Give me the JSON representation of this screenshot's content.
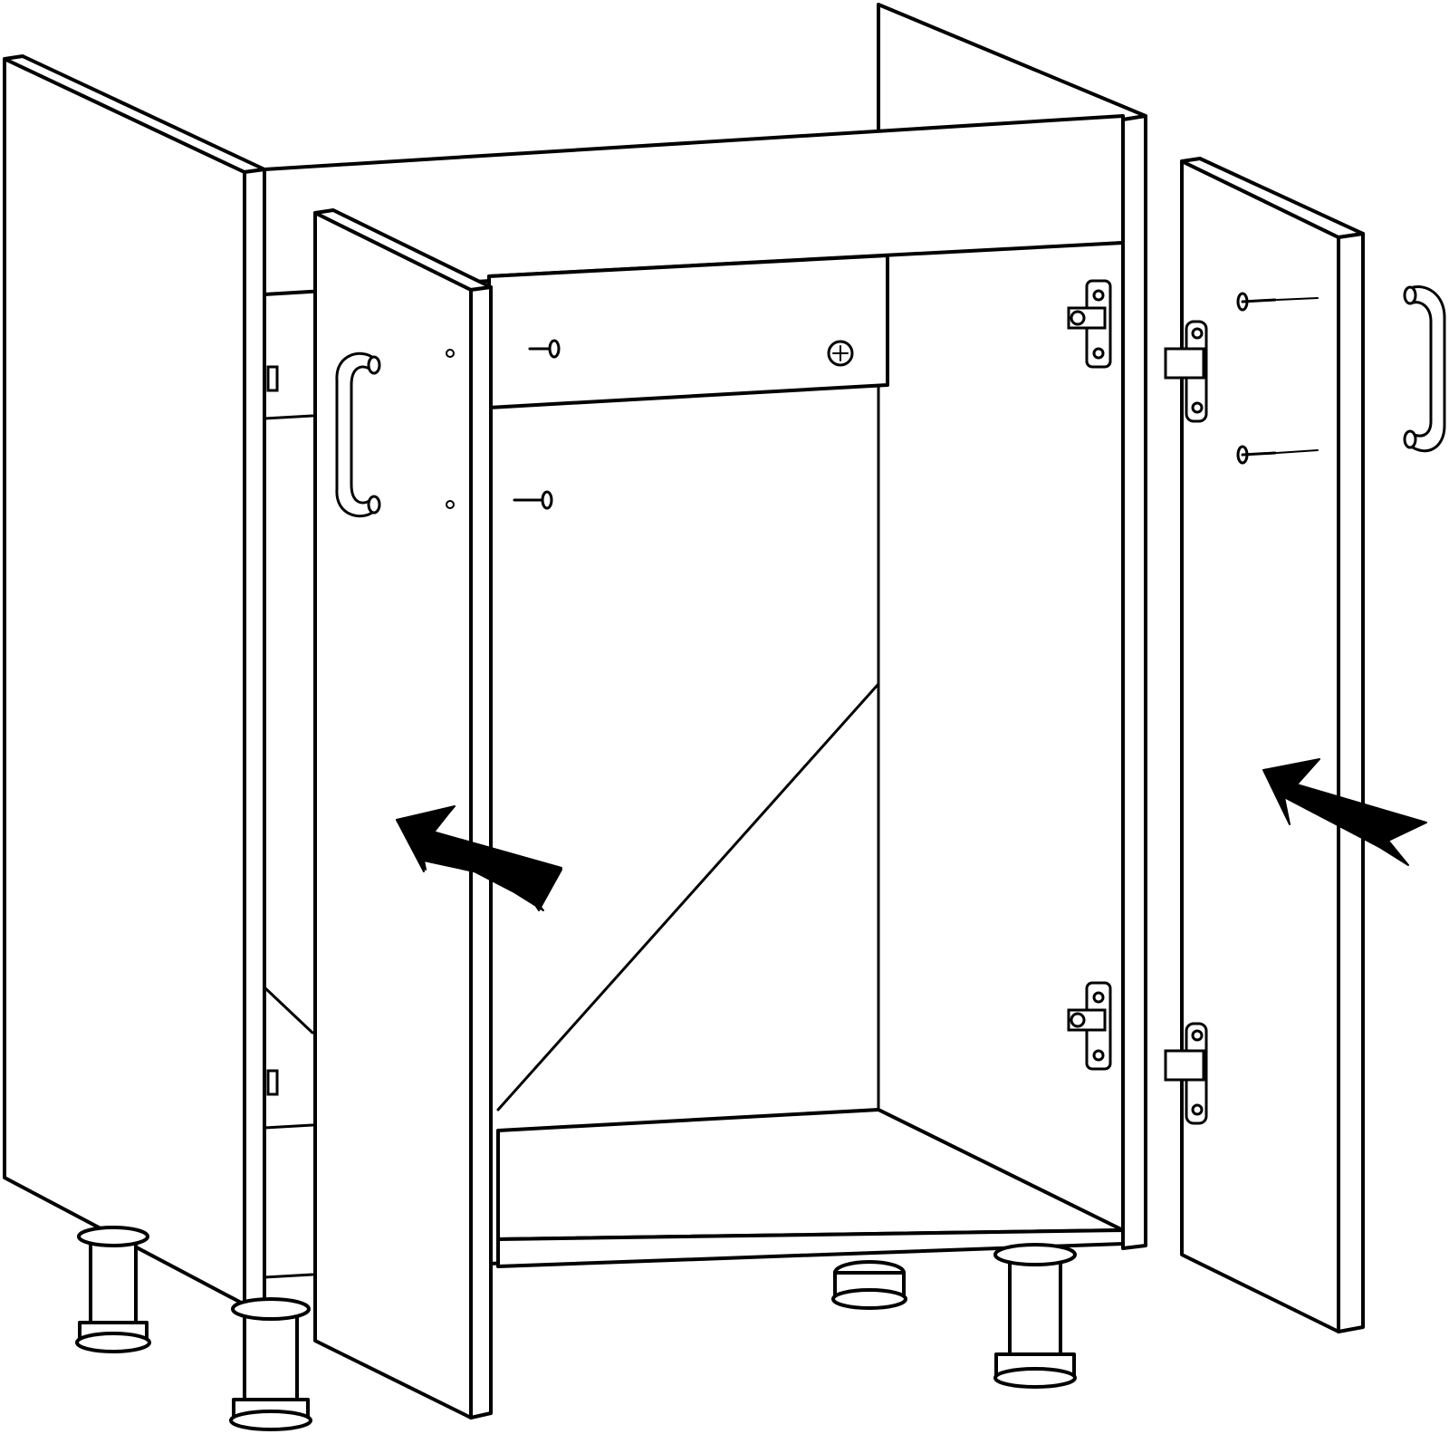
{
  "diagram": {
    "type": "assembly-instruction",
    "line_color": "#000000",
    "background_color": "#ffffff",
    "parts": [
      {
        "name": "left-side-panel",
        "icon": "panel"
      },
      {
        "name": "right-side-panel",
        "icon": "panel"
      },
      {
        "name": "top-rail",
        "icon": "rail"
      },
      {
        "name": "bottom-shelf",
        "icon": "shelf"
      },
      {
        "name": "left-door",
        "icon": "door"
      },
      {
        "name": "right-door",
        "icon": "door"
      },
      {
        "name": "door-handle",
        "icon": "handle",
        "count": 2
      },
      {
        "name": "handle-screw",
        "icon": "screw",
        "count": 4
      },
      {
        "name": "cabinet-hinge-plate",
        "icon": "hinge-plate",
        "count": 4
      },
      {
        "name": "door-hinge",
        "icon": "hinge",
        "count": 2
      },
      {
        "name": "adjustable-leg",
        "icon": "leg",
        "count": 5
      },
      {
        "name": "assembly-arrow",
        "icon": "arrow",
        "count": 2
      }
    ]
  }
}
